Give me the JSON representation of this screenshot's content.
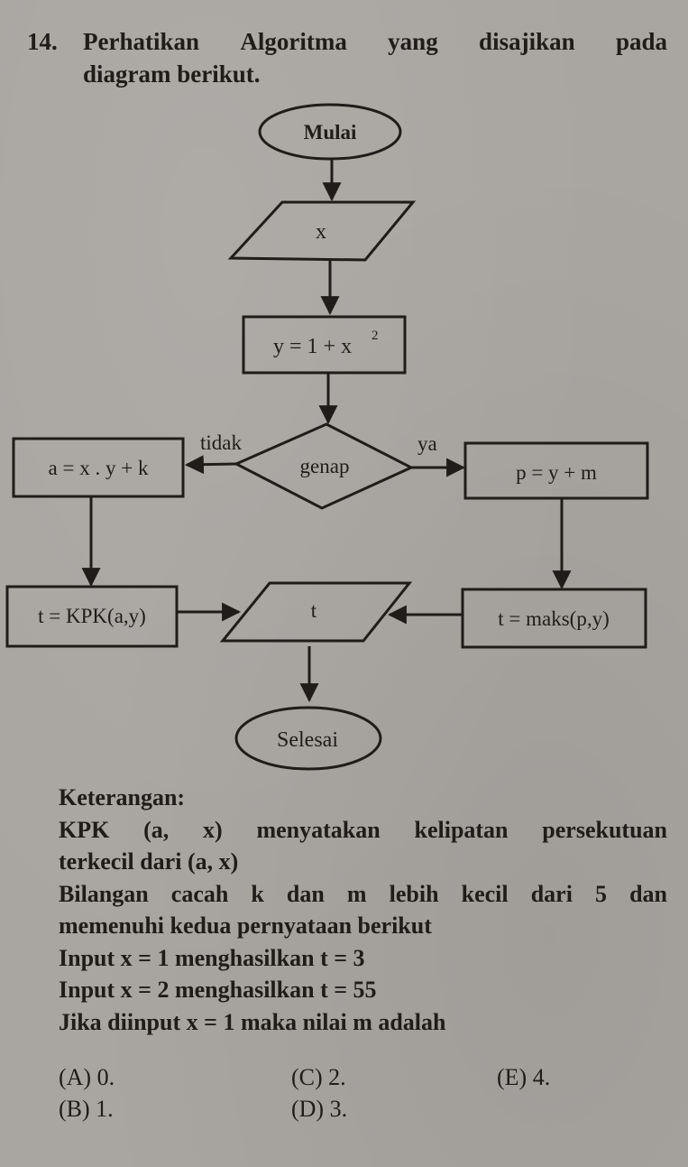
{
  "question": {
    "number": "14.",
    "intro_words": [
      "Perhatikan",
      "Algoritma",
      "yang",
      "disajikan",
      "pada"
    ],
    "intro_line2": "diagram berikut."
  },
  "flowchart": {
    "start": "Mulai",
    "input": "x",
    "process_y": "y = 1 + x",
    "process_y_sup": "2",
    "decision": "genap",
    "branch_no_label": "tidak",
    "branch_yes_label": "ya",
    "process_a": "a = x . y + k",
    "process_p": "p = y + m",
    "process_t_kpk": "t = KPK(a,y)",
    "process_t_maks": "t = maks(p,y)",
    "output": "t",
    "end": "Selesai"
  },
  "notes": {
    "heading": "Keterangan:",
    "kpk_line1": "KPK (a, x) menyatakan kelipatan persekutuan",
    "kpk_line2": "terkecil dari (a, x)",
    "cond_line1": "Bilangan cacah k dan m lebih kecil dari 5 dan",
    "cond_line2": "memenuhi kedua pernyataan berikut",
    "input1": "Input x = 1 menghasilkan t = 3",
    "input2": "Input x = 2 menghasilkan t = 55",
    "question": "Jika diinput x = 1 maka nilai m adalah"
  },
  "options": [
    {
      "label": "(A) 0."
    },
    {
      "label": "(B) 1."
    },
    {
      "label": "(C) 2."
    },
    {
      "label": "(D) 3."
    },
    {
      "label": "(E) 4."
    }
  ]
}
